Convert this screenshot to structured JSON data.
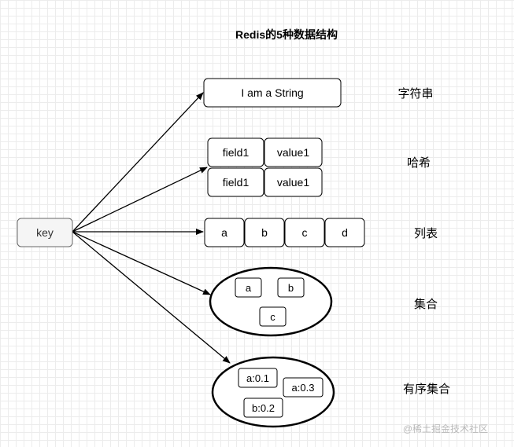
{
  "title": "Redis的5种数据结构",
  "key": {
    "label": "key"
  },
  "string": {
    "value": "I am a String",
    "type_label": "字符串"
  },
  "hash": {
    "type_label": "哈希",
    "rows": [
      {
        "field": "field1",
        "value": "value1"
      },
      {
        "field": "field1",
        "value": "value1"
      }
    ]
  },
  "list": {
    "type_label": "列表",
    "items": [
      "a",
      "b",
      "c",
      "d"
    ]
  },
  "set": {
    "type_label": "集合",
    "items": [
      "a",
      "b",
      "c"
    ]
  },
  "zset": {
    "type_label": "有序集合",
    "items": [
      "a:0.1",
      "a:0.3",
      "b:0.2"
    ]
  },
  "watermark": "@稀土掘金技术社区"
}
